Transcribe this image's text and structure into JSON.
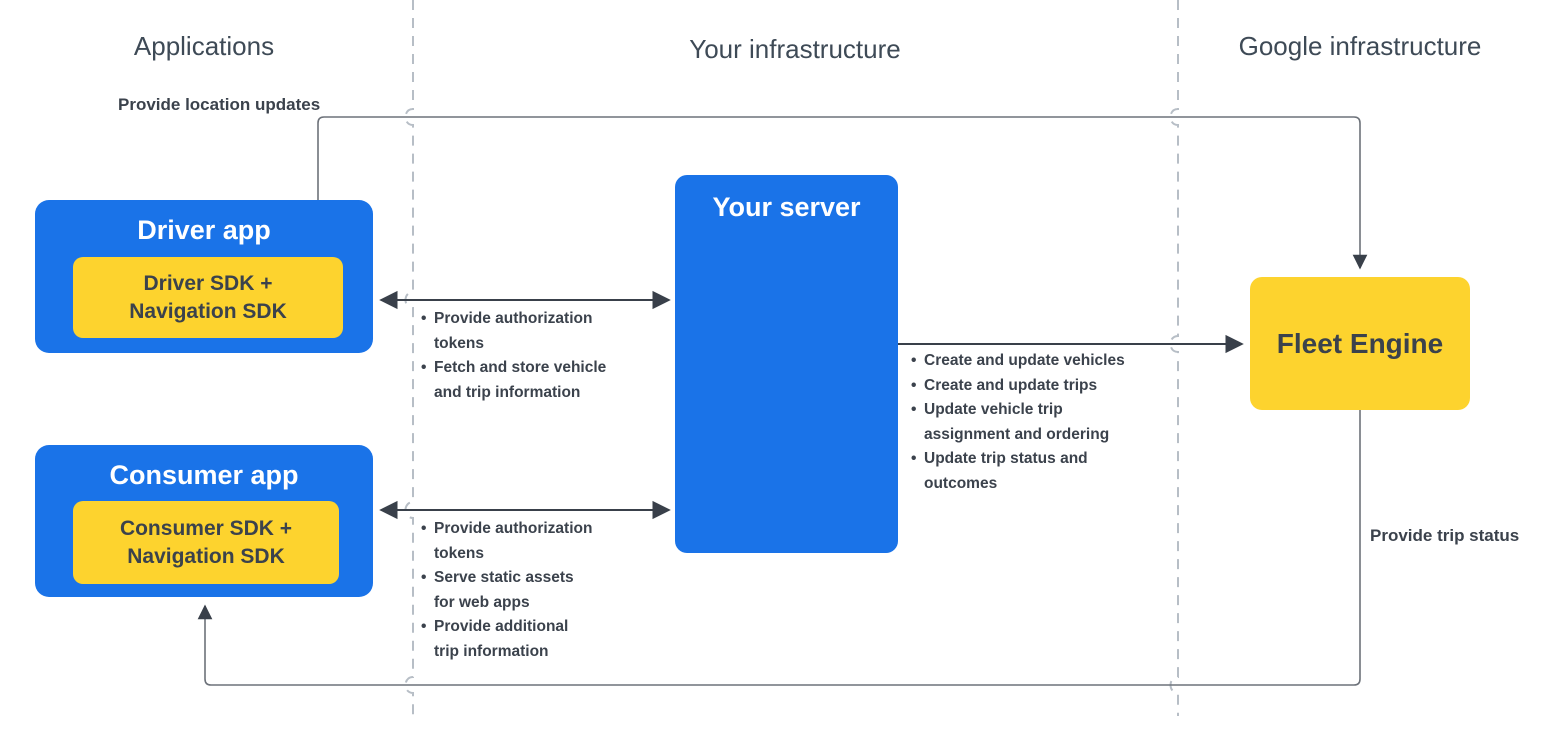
{
  "columns": [
    {
      "label": "Applications"
    },
    {
      "label": "Your infrastructure"
    },
    {
      "label": "Google infrastructure"
    }
  ],
  "nodes": {
    "driver_app": {
      "title": "Driver app",
      "sdk": "Driver SDK +\nNavigation SDK"
    },
    "consumer_app": {
      "title": "Consumer app",
      "sdk": "Consumer SDK +\nNavigation SDK"
    },
    "your_server": {
      "title": "Your server"
    },
    "fleet_engine": {
      "title": "Fleet Engine"
    }
  },
  "labels": {
    "provide_location_updates": "Provide location updates",
    "provide_trip_status": "Provide trip status"
  },
  "bullets": {
    "driver_server": [
      "Provide authorization\ntokens",
      "Fetch and store vehicle\nand trip information"
    ],
    "consumer_server": [
      "Provide authorization\ntokens",
      "Serve static assets\nfor web apps",
      "Provide additional\ntrip information"
    ],
    "server_fleet": [
      "Create and update vehicles",
      "Create and update trips",
      "Update vehicle trip\nassignment and ordering",
      "Update trip status and\noutcomes"
    ]
  },
  "glyphs": {
    "bullet": "•"
  },
  "colors": {
    "node_blue": "#1a73e8",
    "node_yellow": "#fdd32e",
    "title_on_blue": "#ffffff",
    "dark_text": "#3b424c",
    "heading_text": "#3e4a56",
    "route_line": "#6d727a",
    "link_line": "#39404a",
    "arrowhead": "#39404a",
    "dashed_line": "#b7bec6",
    "background": "#ffffff"
  }
}
